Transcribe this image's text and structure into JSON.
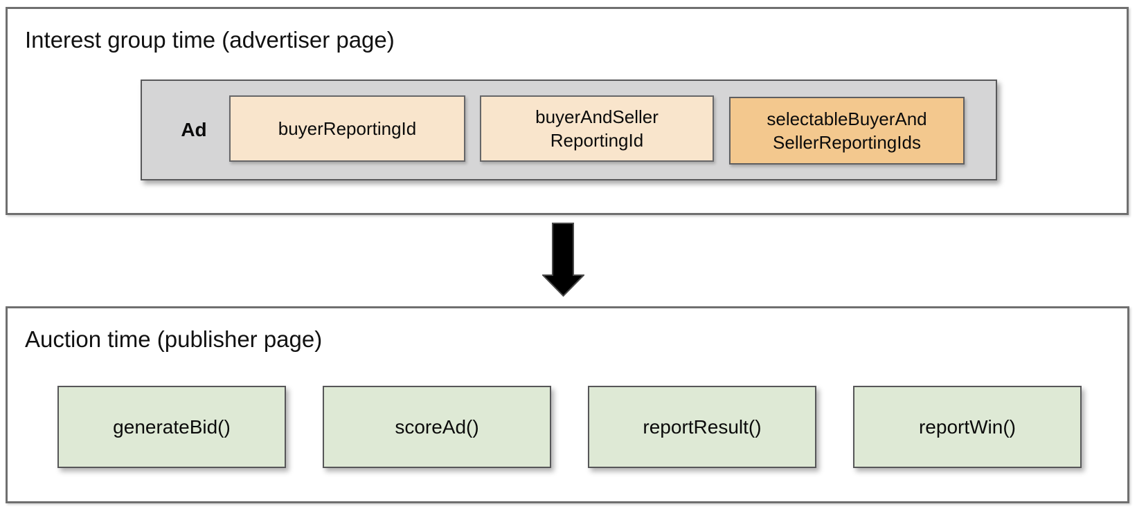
{
  "diagram": {
    "interest_group": {
      "title": "Interest group time (advertiser page)",
      "ad_label": "Ad",
      "id_boxes": [
        {
          "label": [
            "buyerReportingId"
          ],
          "fill": "#F9E5CC"
        },
        {
          "label": [
            "buyerAndSeller",
            "ReportingId"
          ],
          "fill": "#F9E5CC"
        },
        {
          "label": [
            "selectableBuyerAnd",
            "SellerReportingIds"
          ],
          "fill": "#F3C88E"
        }
      ]
    },
    "arrow": {
      "direction": "down",
      "color": "#000000"
    },
    "auction": {
      "title": "Auction time (publisher page)",
      "function_boxes": [
        {
          "label": "generateBid()",
          "fill": "#DEE9D5"
        },
        {
          "label": "scoreAd()",
          "fill": "#DEE9D5"
        },
        {
          "label": "reportResult()",
          "fill": "#DEE9D5"
        },
        {
          "label": "reportWin()",
          "fill": "#DEE9D5"
        }
      ]
    },
    "colors": {
      "ad_container_gray": "#D5D5D6",
      "reporting_id_peach": "#F9E5CC",
      "selectable_orange": "#F3C88E",
      "function_green": "#DEE9D5",
      "inner_box_border": "#5E5E60",
      "outer_box_border": "#6F6F6F",
      "text": "#0B0B0B"
    }
  }
}
